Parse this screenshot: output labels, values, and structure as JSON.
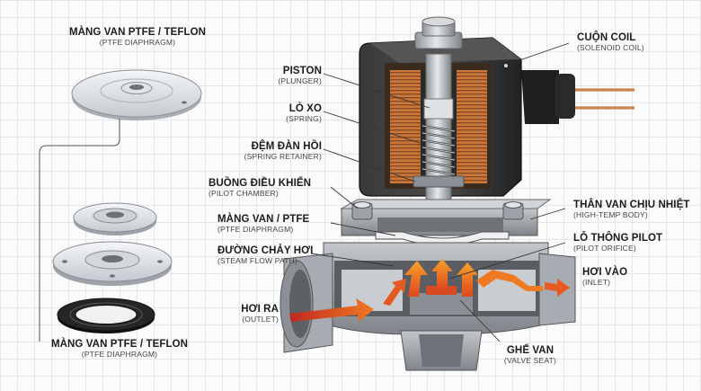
{
  "labels": {
    "top_left": {
      "title": "MÀNG VAN PTFE / TEFLON",
      "sub": "(PTFE DIAPHRAGM)"
    },
    "bottom_left": {
      "title": "MÀNG VAN PTFE / TEFLON",
      "sub": "(PTFE DIAPHRAGM)"
    },
    "coil": {
      "title": "CUỘN COIL",
      "sub": "(SOLENOID COIL)"
    },
    "piston": {
      "title": "PISTON",
      "sub": "(PLUNGER)"
    },
    "spring": {
      "title": "LÒ XO",
      "sub": "(SPRING)"
    },
    "retainer": {
      "title": "ĐỆM ĐÀN HỒI",
      "sub": "(SPRING RETAINER)"
    },
    "pilot_chamber": {
      "title": "BUỒNG ĐIỀU KHIỂN",
      "sub": "(PILOT CHAMBER)"
    },
    "diaphragm": {
      "title": "MÀNG VAN / PTFE",
      "sub": "(PTFE DIAPHRAGM)"
    },
    "steam_path": {
      "title": "ĐƯỜNG CHẢY HƠI",
      "sub": "(STEAM FLOW PATH)"
    },
    "body": {
      "title": "THÂN VAN CHỊU NHIỆT",
      "sub": "(HIGH-TEMP BODY)"
    },
    "pilot_orifice": {
      "title": "LỖ THÔNG PILOT",
      "sub": "(PILOT ORIFICE)"
    },
    "inlet": {
      "title": "HƠI VÀO",
      "sub": "(INLET)"
    },
    "outlet": {
      "title": "HƠI RA",
      "sub": "(OUTLET)"
    },
    "seat": {
      "title": "GHẾ VAN",
      "sub": "(VALVE SEAT)"
    }
  },
  "colors": {
    "copper": "#c9773a",
    "coil_housing": "#2b2b2b",
    "steel": "#b9bdc2",
    "body": "#9a9ea4",
    "cut": "#6f7378",
    "gasket": "#1e1e1e",
    "arrow_red": "#d23a2a",
    "arrow_orange": "#f08a24",
    "leader": "#333333"
  }
}
